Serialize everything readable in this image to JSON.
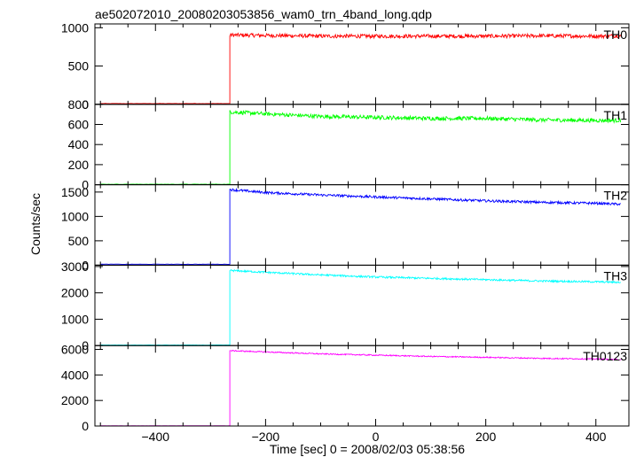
{
  "chart_data": {
    "type": "line",
    "title": "ae502072010_20080203053856_wam0_trn_4band_long.qdp",
    "xlabel": "Time [sec] 0 = 2008/02/03 05:38:56",
    "ylabel": "Counts/sec",
    "xlim": [
      -510,
      460
    ],
    "xticks": [
      -400,
      -200,
      0,
      200,
      400
    ],
    "onset_time": -265,
    "data_start": -500,
    "data_end": 445,
    "panels": [
      {
        "name": "TH0",
        "color": "#ff0000",
        "ylim": [
          0,
          1050
        ],
        "yticks": [
          0,
          500,
          1000
        ],
        "background": 10,
        "x": [
          -265,
          -200,
          -100,
          0,
          100,
          200,
          300,
          400,
          445
        ],
        "y": [
          905,
          900,
          890,
          890,
          890,
          890,
          895,
          890,
          895
        ],
        "noise": 25
      },
      {
        "name": "TH1",
        "color": "#00ff00",
        "ylim": [
          0,
          800
        ],
        "yticks": [
          0,
          200,
          400,
          600,
          800
        ],
        "background": 5,
        "x": [
          -265,
          -200,
          -100,
          0,
          100,
          200,
          300,
          400,
          445
        ],
        "y": [
          725,
          705,
          680,
          670,
          660,
          660,
          645,
          640,
          640
        ],
        "noise": 20
      },
      {
        "name": "TH2",
        "color": "#0000ff",
        "ylim": [
          0,
          1650
        ],
        "yticks": [
          0,
          500,
          1000,
          1500
        ],
        "background": 20,
        "x": [
          -265,
          -200,
          -100,
          0,
          100,
          200,
          300,
          400,
          445
        ],
        "y": [
          1550,
          1490,
          1440,
          1400,
          1360,
          1320,
          1290,
          1270,
          1250
        ],
        "noise": 25
      },
      {
        "name": "TH3",
        "color": "#00ffff",
        "ylim": [
          0,
          3050
        ],
        "yticks": [
          0,
          1000,
          2000,
          3000
        ],
        "background": 20,
        "x": [
          -265,
          -200,
          -100,
          0,
          100,
          200,
          300,
          400,
          445
        ],
        "y": [
          2850,
          2780,
          2680,
          2600,
          2550,
          2500,
          2450,
          2420,
          2400
        ],
        "noise": 35
      },
      {
        "name": "TH0123",
        "color": "#ff00ff",
        "ylim": [
          0,
          6300
        ],
        "yticks": [
          0,
          2000,
          4000,
          6000
        ],
        "background": 20,
        "x": [
          -265,
          -200,
          -100,
          0,
          100,
          200,
          300,
          400,
          445
        ],
        "y": [
          5900,
          5800,
          5650,
          5550,
          5450,
          5380,
          5300,
          5250,
          5200
        ],
        "noise": 45
      }
    ]
  }
}
